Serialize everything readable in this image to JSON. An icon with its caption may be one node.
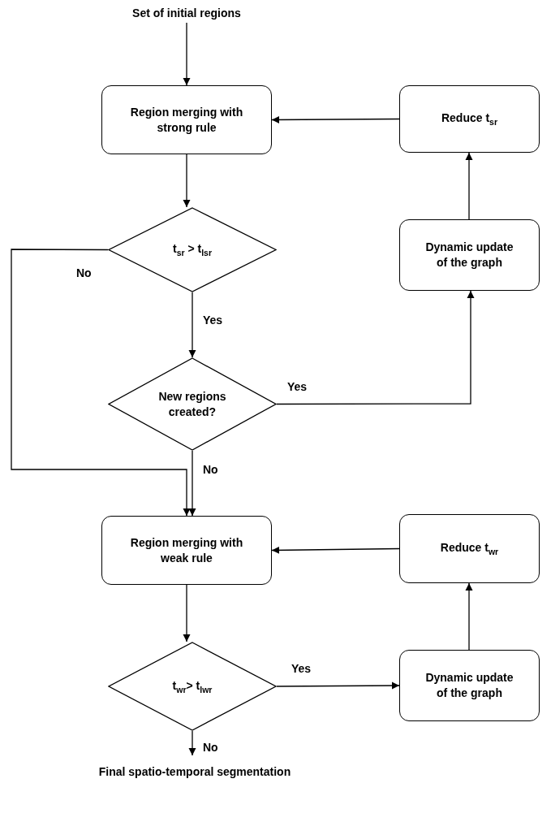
{
  "diagram": {
    "nodes": [
      {
        "text": [
          "Set of initial regions"
        ]
      },
      {
        "text": [
          "Region merging with strong rule"
        ]
      },
      {
        "text": [
          "Reduce t$_{sr}$"
        ]
      },
      {
        "text": [
          "t$_{sr}$ > t$_{lsr}$"
        ]
      },
      {
        "text": [
          "Dynamic update of the graph"
        ]
      },
      {
        "text": [
          "New regions created?"
        ]
      },
      {
        "text": [
          "Region merging with weak rule"
        ]
      },
      {
        "text": [
          "Reduce t$_{wr}$"
        ]
      },
      {
        "text": [
          "t$_{wr}$> t$_{lwr}$"
        ]
      },
      {
        "text": [
          "Dynamic update of the graph"
        ]
      },
      {
        "text": [
          "Final spatio-temporal segmentation"
        ]
      }
    ],
    "edges": [
      {
        "from": 0,
        "to": 1,
        "arrow": "to"
      },
      {
        "from": 1,
        "to": 3,
        "arrow": "to"
      },
      {
        "from": 3,
        "to": 5,
        "arrow": "to",
        "label": "Yes"
      },
      {
        "from": 3,
        "to": 6,
        "arrow": "to",
        "label": "No"
      },
      {
        "from": 5,
        "to": 6,
        "arrow": "to",
        "label": "No"
      },
      {
        "from": 5,
        "to": 4,
        "arrow": "to",
        "label": "Yes"
      },
      {
        "from": 4,
        "to": 2,
        "arrow": "to"
      },
      {
        "from": 2,
        "to": 1,
        "arrow": "to"
      },
      {
        "from": 6,
        "to": 8,
        "arrow": "to"
      },
      {
        "from": 8,
        "to": 9,
        "arrow": "to",
        "label": "Yes"
      },
      {
        "from": 9,
        "to": 7,
        "arrow": "to"
      },
      {
        "from": 7,
        "to": 6,
        "arrow": "to"
      },
      {
        "from": 8,
        "to": 10,
        "arrow": "to",
        "label": "No"
      }
    ]
  }
}
